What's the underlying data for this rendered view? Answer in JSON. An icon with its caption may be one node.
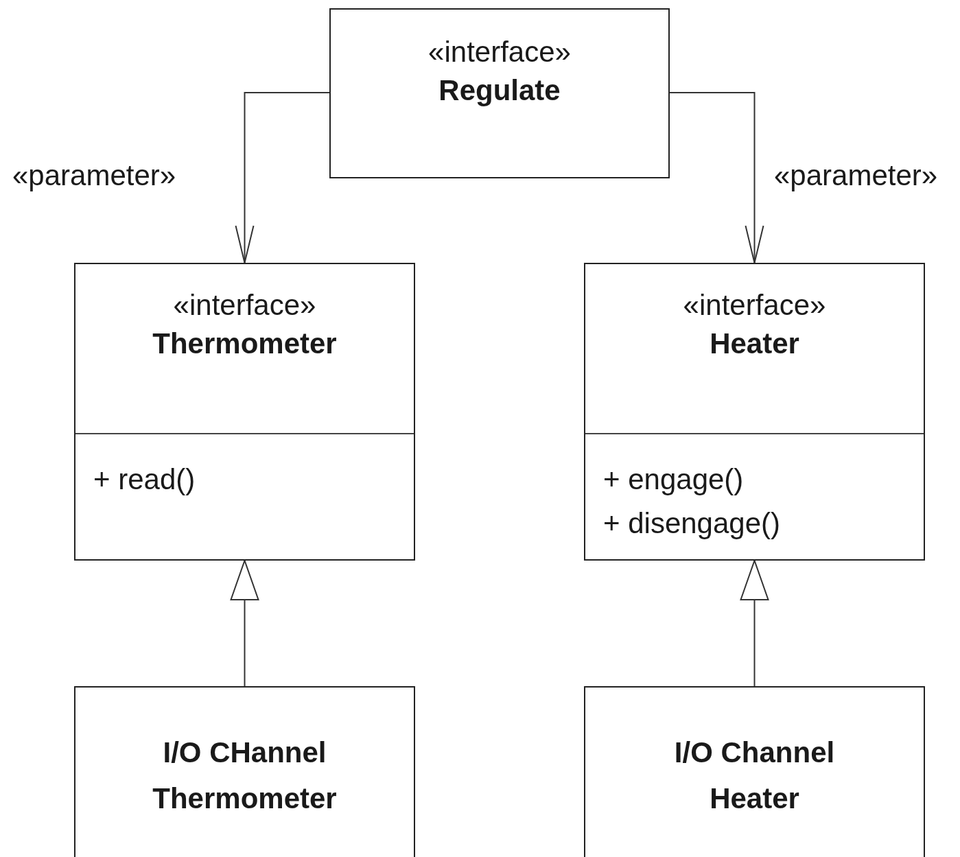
{
  "diagram": {
    "nodes": [
      {
        "text": [
          "«interface»",
          "Regulate"
        ]
      },
      {
        "text": [
          "«interface»",
          "Thermometer",
          "+ read()"
        ]
      },
      {
        "text": [
          "«interface»",
          "Heater",
          "+ engage()",
          "+ disengage()"
        ]
      },
      {
        "text": [
          "I/O CHannel Thermometer"
        ]
      },
      {
        "text": [
          "I/O Channel Heater"
        ]
      }
    ],
    "edges": [
      {
        "from": 0,
        "to": 1,
        "arrow": "to",
        "label": "«parameter»"
      },
      {
        "from": 0,
        "to": 2,
        "arrow": "to",
        "label": "«parameter»"
      },
      {
        "from": 3,
        "to": 1,
        "arrow": "to"
      },
      {
        "from": 4,
        "to": 2,
        "arrow": "to"
      }
    ]
  }
}
